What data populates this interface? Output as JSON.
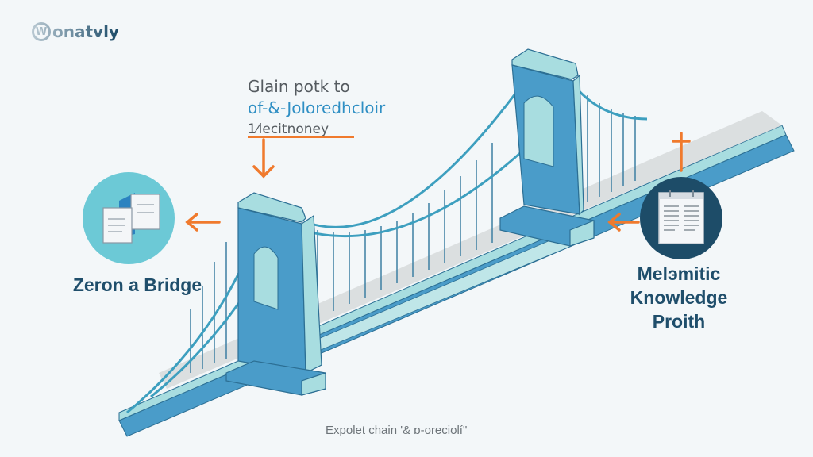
{
  "logo": {
    "mark": "W",
    "text": "onatvly"
  },
  "callout": {
    "line1": "Glain potk to",
    "line2": "of-&-Joloredhcloir",
    "line3": "1⁄lecitnoney"
  },
  "left_node": {
    "label": "Zeron a Bridge",
    "icon": "documents-icon"
  },
  "right_node": {
    "label_lines": [
      "Melэmitic",
      "Knowledge",
      "Proith"
    ],
    "icon": "notepad-icon"
  },
  "caption": "Expolet chain '& ɒ-oreciolí\"",
  "colors": {
    "background": "#f3f7f9",
    "navy": "#1f4e6b",
    "accent_orange": "#f07a2d",
    "bridge_dark": "#4a9cc9",
    "bridge_light": "#a8dde0",
    "circle_light": "#6cc9d6",
    "circle_dark": "#1d4c68"
  }
}
